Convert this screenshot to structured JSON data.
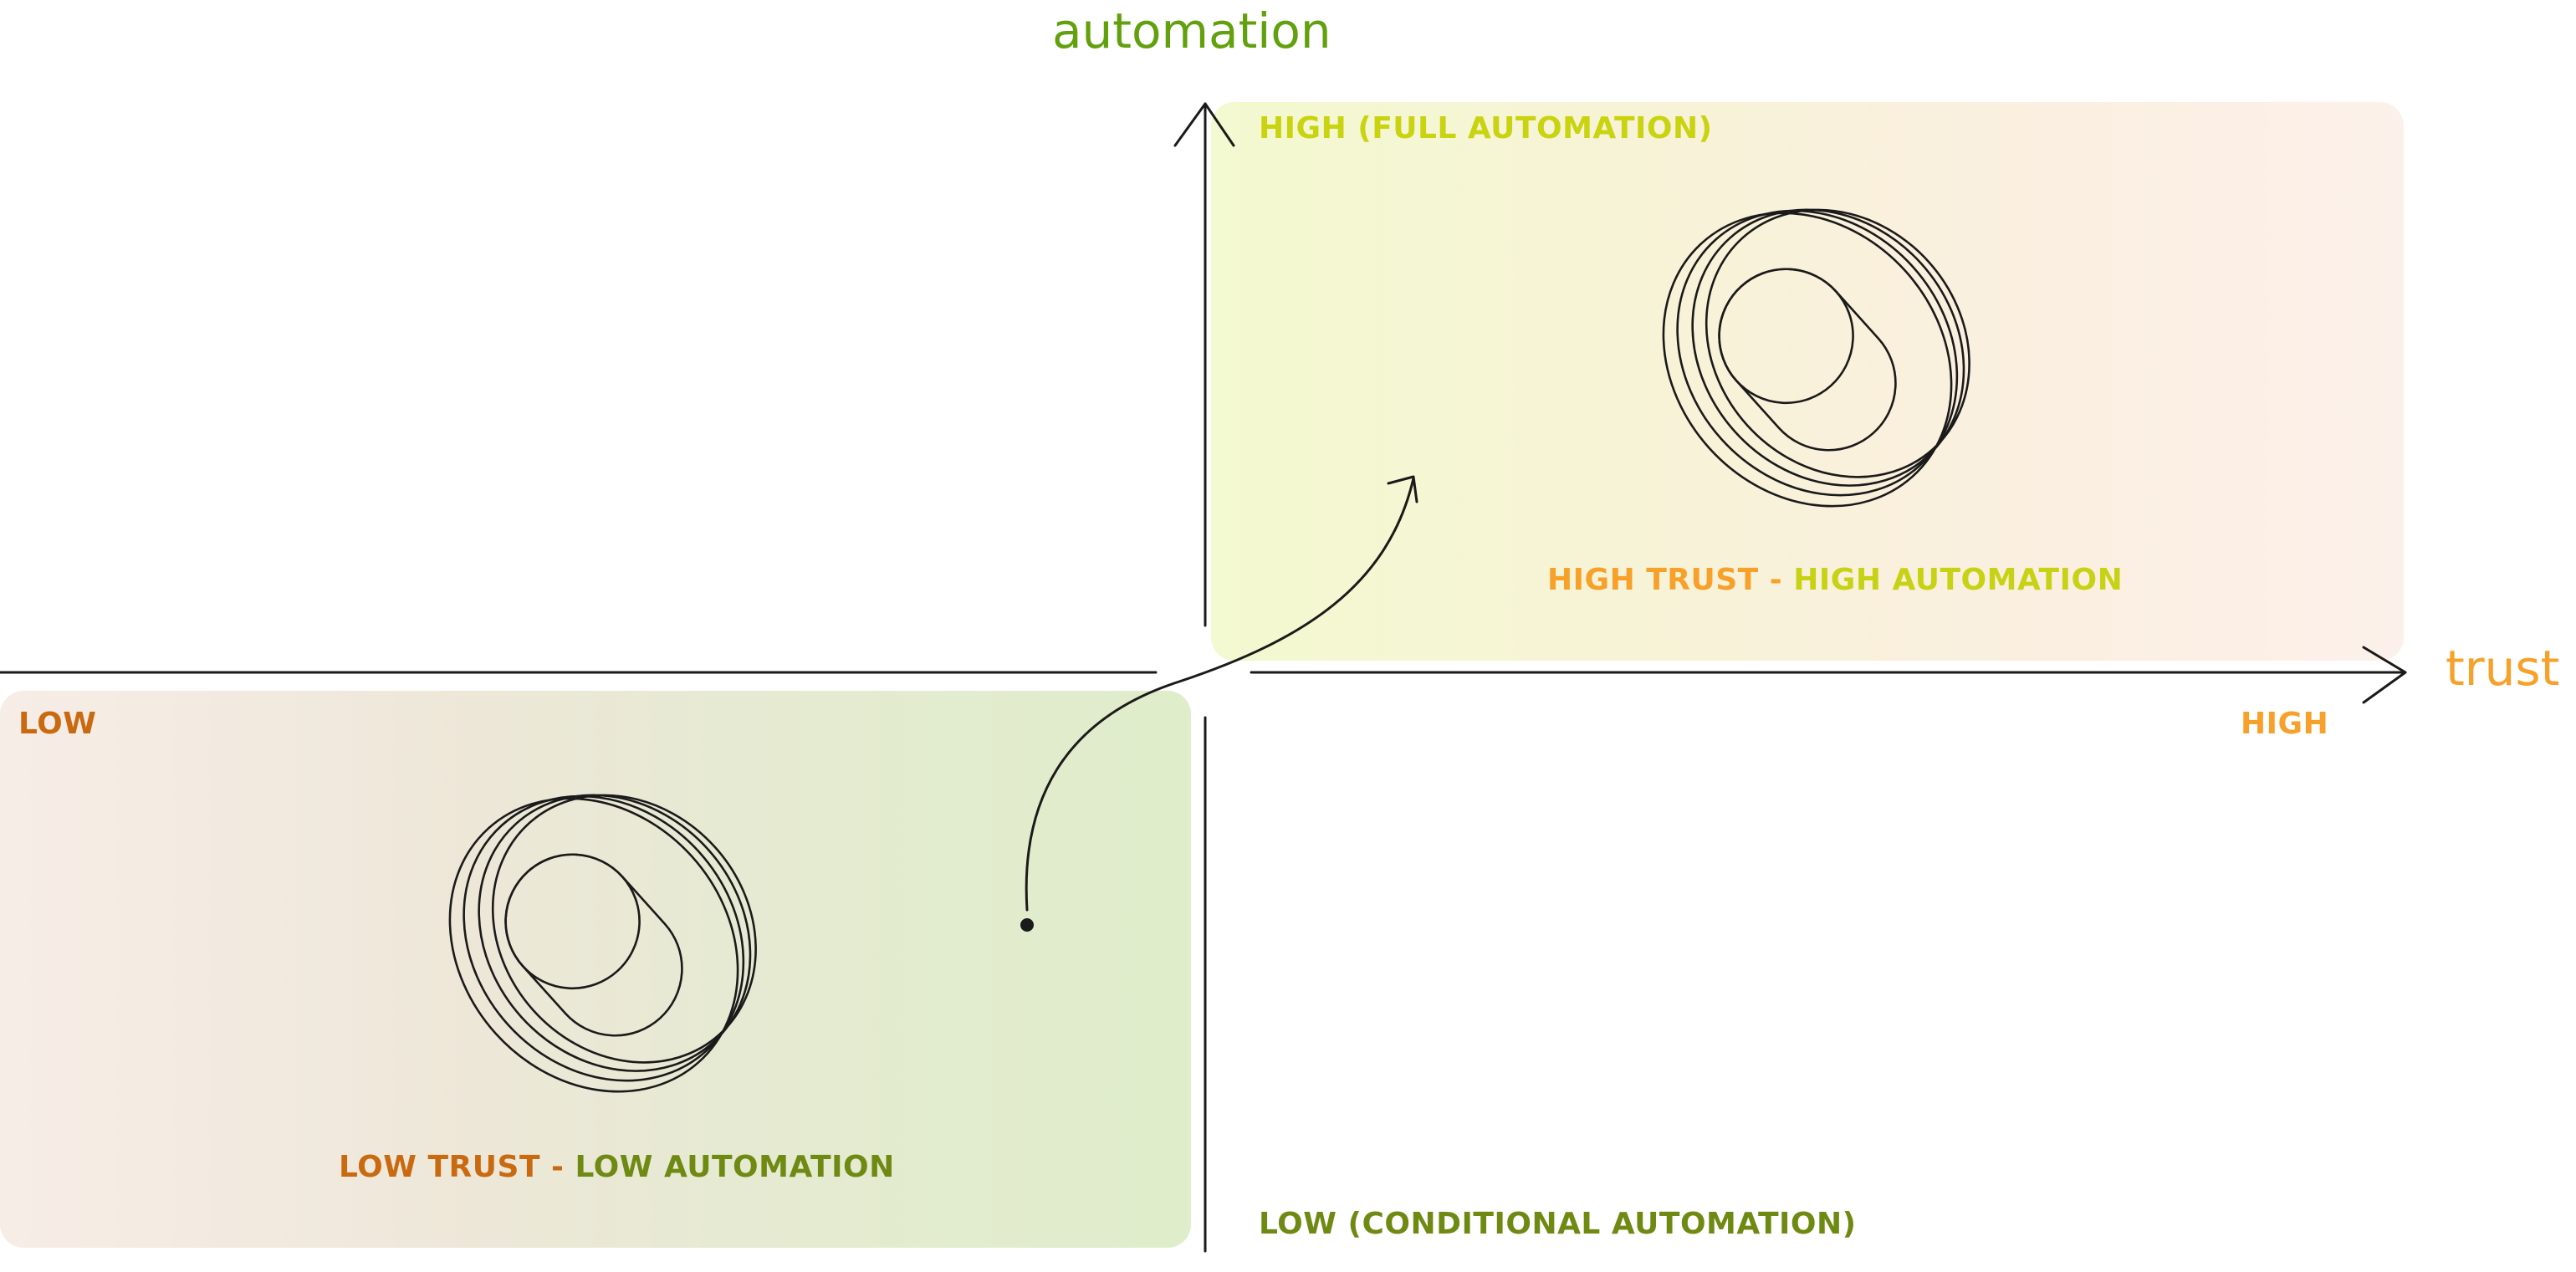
{
  "axes": {
    "y_title": "automation",
    "x_title": "trust",
    "y_high": "HIGH (FULL AUTOMATION)",
    "y_low": "LOW (CONDITIONAL AUTOMATION)",
    "x_low": "LOW",
    "x_high": "HIGH"
  },
  "quadrants": {
    "high": {
      "trust": "HIGH TRUST",
      "separator": " - ",
      "automation": "HIGH AUTOMATION"
    },
    "low": {
      "trust": "LOW TRUST",
      "separator": " - ",
      "automation": "LOW AUTOMATION"
    }
  },
  "colors": {
    "automation_green": "#62a10d",
    "trust_orange": "#f7a12b",
    "lime": "#c8d214",
    "rust": "#c96a11",
    "olive": "#6f8a13",
    "line": "#1a1a1a"
  },
  "icons": {
    "high_device": "toggle-device-icon",
    "low_device": "toggle-device-icon",
    "transition": "curved-arrow-icon"
  }
}
